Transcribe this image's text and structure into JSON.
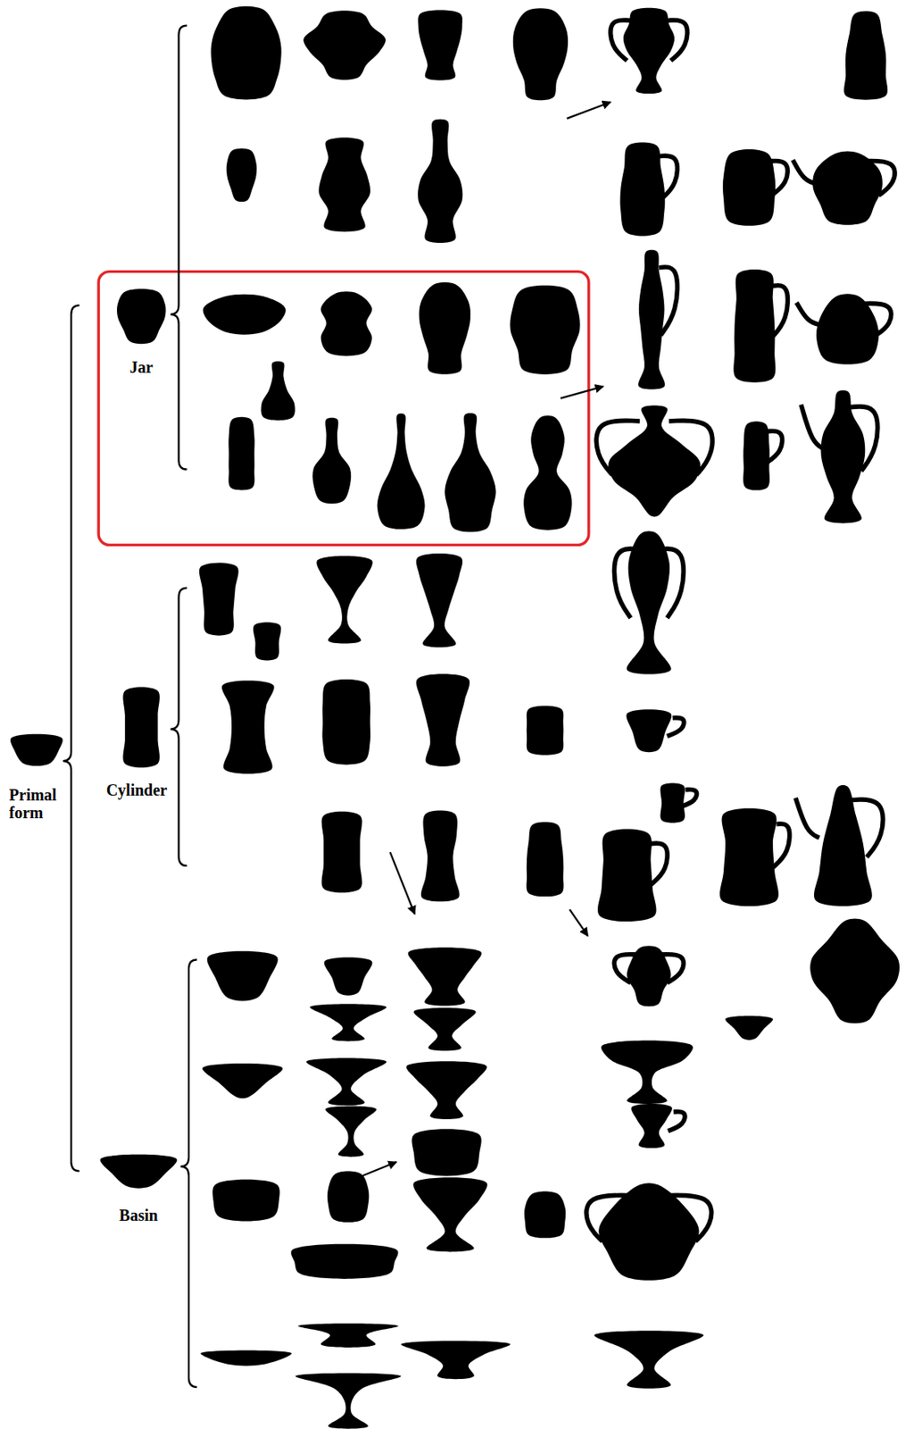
{
  "diagram": {
    "labels": [
      "Jar",
      "Primal form",
      "Cylinder",
      "Basin"
    ]
  }
}
